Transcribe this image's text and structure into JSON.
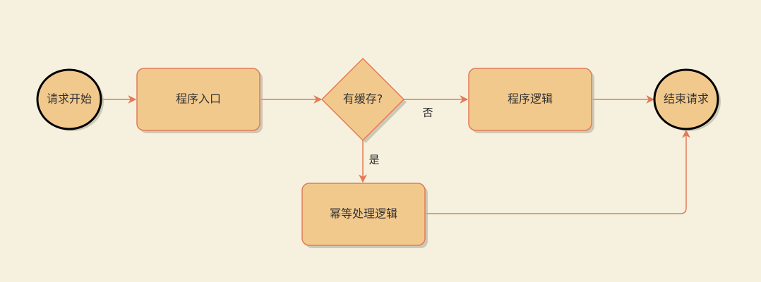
{
  "colors": {
    "background": "#f5f1de",
    "node_fill": "#f2c98d",
    "node_stroke": "#e37a57",
    "terminal_stroke": "#000000",
    "edge": "#e37a57",
    "text": "#333333",
    "shadow": "#bdb8a6"
  },
  "nodes": {
    "start": {
      "label": "请求开始"
    },
    "entry": {
      "label": "程序入口"
    },
    "cache": {
      "label": "有缓存?"
    },
    "logic": {
      "label": "程序逻辑"
    },
    "end": {
      "label": "结束请求"
    },
    "idempotent": {
      "label": "幂等处理逻辑"
    }
  },
  "edges": {
    "no_label": "否",
    "yes_label": "是"
  }
}
